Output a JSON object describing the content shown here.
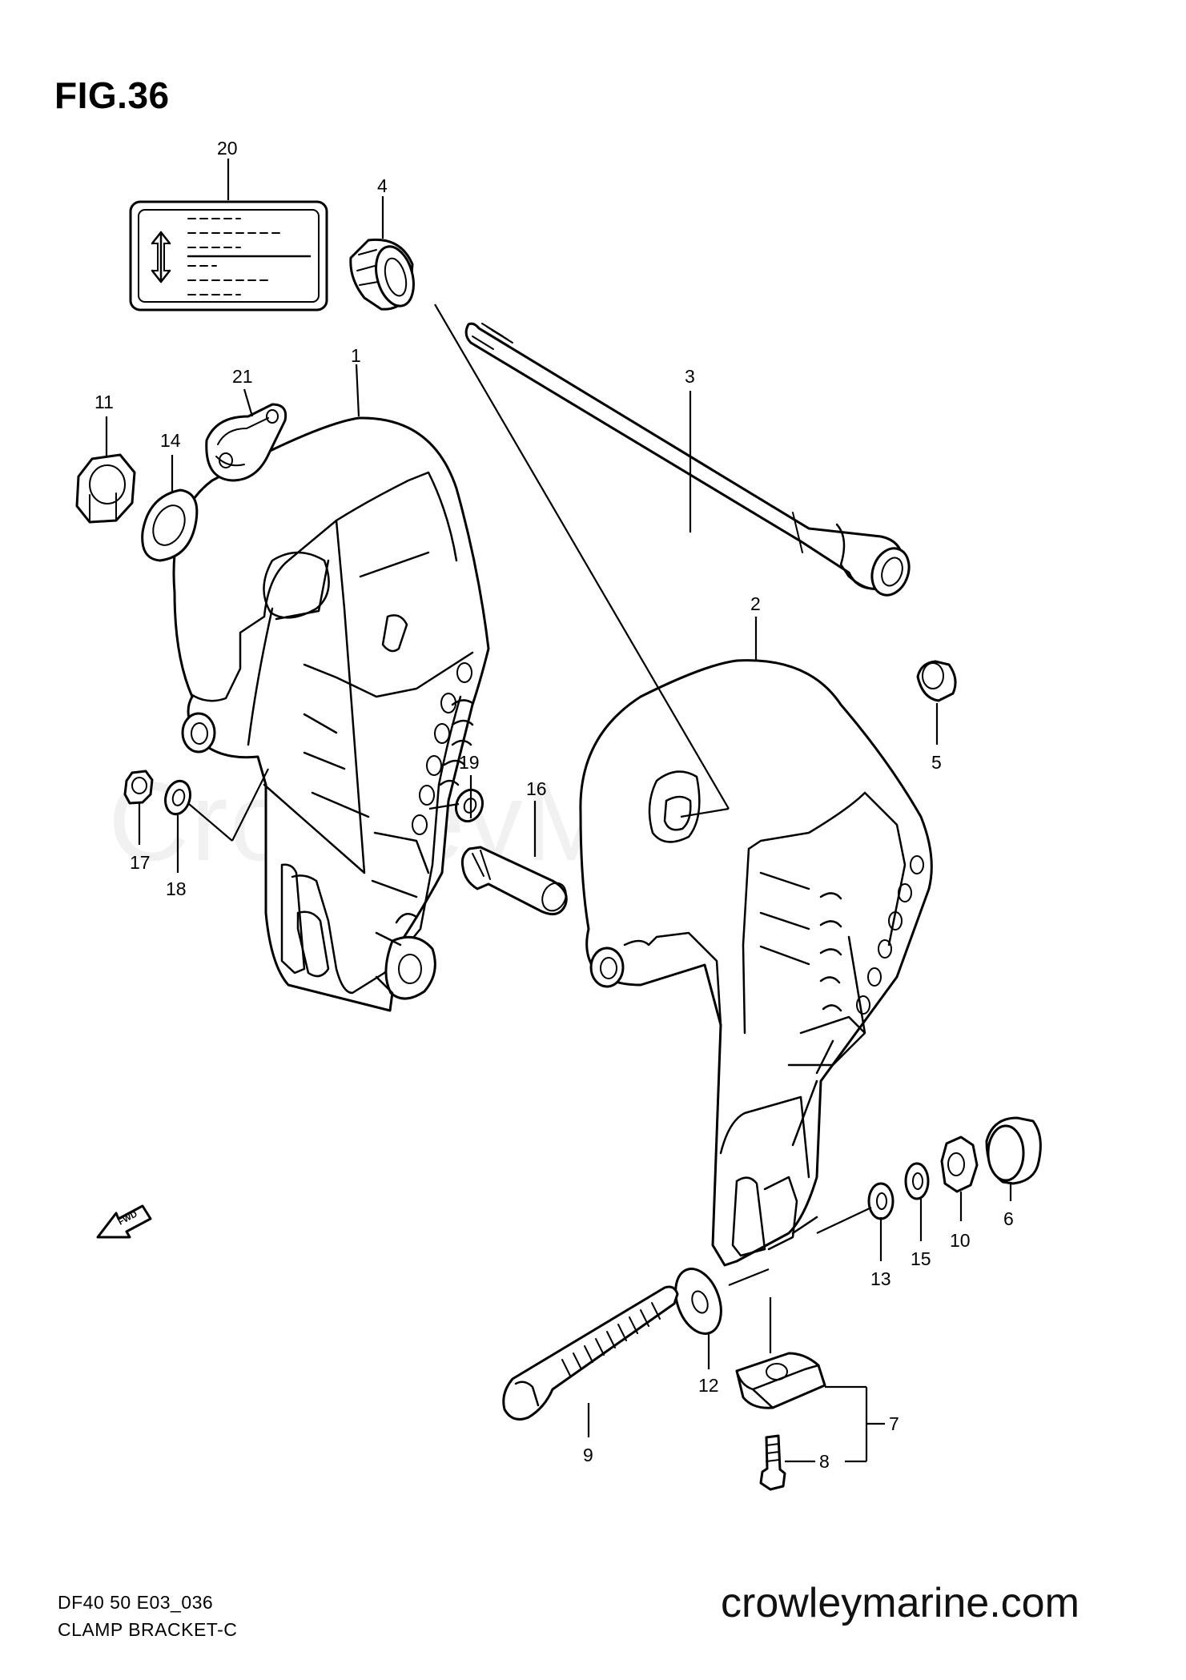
{
  "figure": {
    "title": "FIG.36",
    "code": "DF40 50 E03_036",
    "name": "CLAMP BRACKET-C",
    "website": "crowleymarine.com",
    "watermark": "CrowleyMarine",
    "fwd_label": "FWD"
  },
  "callouts": [
    {
      "id": "20",
      "label": "20"
    },
    {
      "id": "4",
      "label": "4"
    },
    {
      "id": "21",
      "label": "21"
    },
    {
      "id": "1",
      "label": "1"
    },
    {
      "id": "11",
      "label": "11"
    },
    {
      "id": "14",
      "label": "14"
    },
    {
      "id": "3",
      "label": "3"
    },
    {
      "id": "2",
      "label": "2"
    },
    {
      "id": "5",
      "label": "5"
    },
    {
      "id": "19",
      "label": "19"
    },
    {
      "id": "16",
      "label": "16"
    },
    {
      "id": "17",
      "label": "17"
    },
    {
      "id": "18",
      "label": "18"
    },
    {
      "id": "13",
      "label": "13"
    },
    {
      "id": "15",
      "label": "15"
    },
    {
      "id": "10",
      "label": "10"
    },
    {
      "id": "6",
      "label": "6"
    },
    {
      "id": "12",
      "label": "12"
    },
    {
      "id": "9",
      "label": "9"
    },
    {
      "id": "7",
      "label": "7"
    },
    {
      "id": "8",
      "label": "8"
    }
  ],
  "colors": {
    "line": "#000000",
    "background": "#ffffff"
  }
}
